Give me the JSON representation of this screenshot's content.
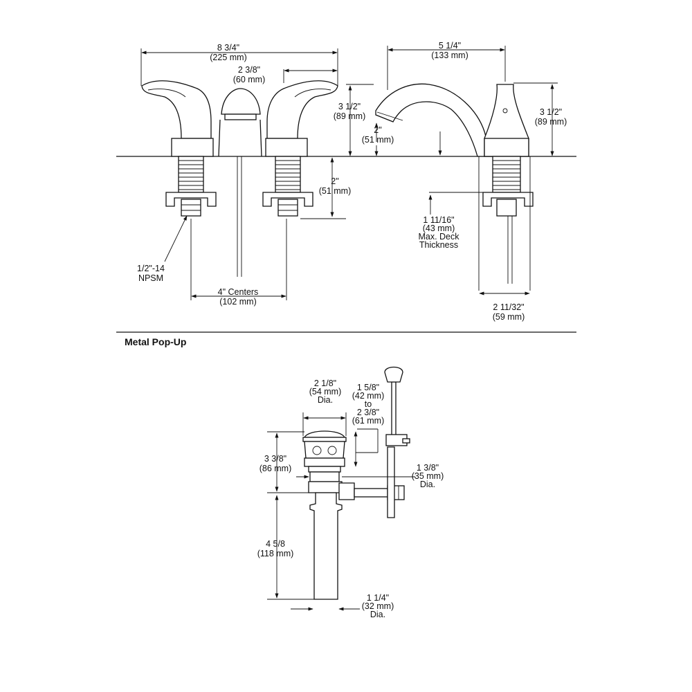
{
  "faucet_dims": {
    "overall_width": [
      "8 3/4\"",
      "(225 mm)"
    ],
    "handle_offset": [
      "2 3/8\"",
      "(60 mm)"
    ],
    "spout_reach": [
      "5 1/4\"",
      "(133 mm)"
    ],
    "spout_height": [
      "3 1/2\"",
      "(89 mm)"
    ],
    "spout_clearance": [
      "2\"",
      "(51 mm)"
    ],
    "handle_height": [
      "3 1/2\"",
      "(89 mm)"
    ],
    "shank_length": [
      "2\"",
      "(51 mm)"
    ],
    "thread": [
      "1/2\"-14",
      "NPSM"
    ],
    "centers": [
      "4\" Centers",
      "(102 mm)"
    ],
    "max_deck": [
      "1 11/16\"",
      "(43 mm)",
      "Max. Deck",
      "Thickness"
    ],
    "base_width": [
      "2 11/32\"",
      "(59 mm)"
    ]
  },
  "popup": {
    "title": "Metal Pop-Up",
    "flange_dia": [
      "2 1/8\"",
      "(54 mm)",
      "Dia."
    ],
    "range": [
      "1 5/8\"",
      "(42 mm)",
      "to",
      "2 3/8\"",
      "(61 mm)"
    ],
    "body_height": [
      "3 3/8\"",
      "(86 mm)"
    ],
    "body_dia": [
      "1 3/8\"",
      "(35 mm)",
      "Dia."
    ],
    "tail_length": [
      "4 5/8",
      "(118 mm)"
    ],
    "tail_dia": [
      "1 1/4\"",
      "(32 mm)",
      "Dia."
    ]
  }
}
